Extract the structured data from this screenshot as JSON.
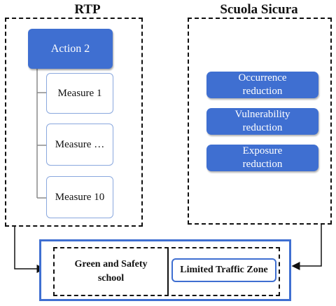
{
  "rtp": {
    "title": "RTP",
    "action_label": "Action 2",
    "measures": [
      "Measure 1",
      "Measure …",
      "Measure 10"
    ]
  },
  "scuola": {
    "title": "Scuola Sicura",
    "items": [
      {
        "line1": "Occurrence",
        "line2": "reduction"
      },
      {
        "line1": "Vulnerability",
        "line2": "reduction"
      },
      {
        "line1": "Exposure",
        "line2": "reduction"
      }
    ]
  },
  "bottom": {
    "green_line1": "Green and Safety",
    "green_line2": "school",
    "ltz_label": "Limited Traffic Zone"
  },
  "colors": {
    "accent": "#3f6fd1",
    "measure_border": "#8aa8de"
  }
}
